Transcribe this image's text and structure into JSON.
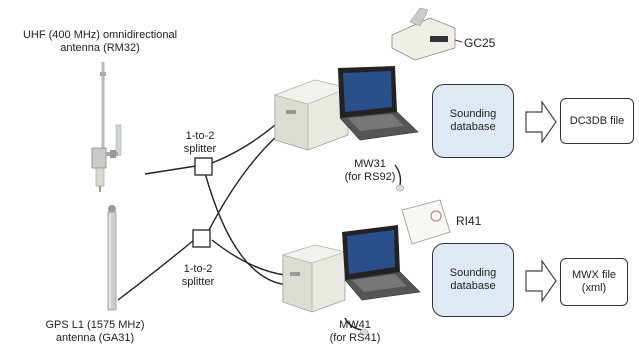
{
  "antennas": {
    "uhf_label_line1": "UHF (400 MHz) omnidirectional",
    "uhf_label_line2": "antenna (RM32)",
    "gps_label_line1": "GPS L1 (1575 MHz)",
    "gps_label_line2": "antenna (GA31)"
  },
  "splitters": {
    "top_line1": "1-to-2",
    "top_line2": "splitter",
    "bottom_line1": "1-to-2",
    "bottom_line2": "splitter"
  },
  "devices": {
    "gc25": "GC25",
    "ri41": "RI41",
    "mw31_line1": "MW31",
    "mw31_line2": "(for RS92)",
    "mw41_line1": "MW41",
    "mw41_line2": "(for RS41)"
  },
  "databases": {
    "top_line1": "Sounding",
    "top_line2": "database",
    "bottom_line1": "Sounding",
    "bottom_line2": "database"
  },
  "files": {
    "top": "DC3DB file",
    "bottom_line1": "MWX file",
    "bottom_line2": "(xml)"
  }
}
